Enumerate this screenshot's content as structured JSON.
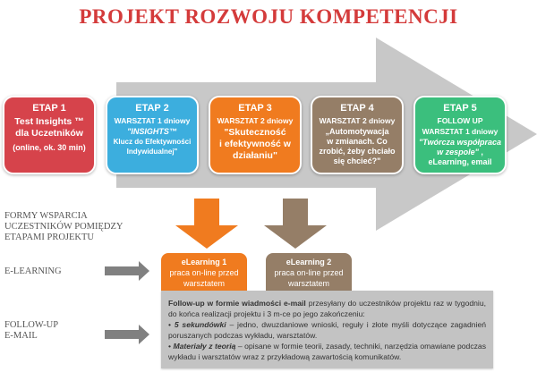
{
  "title": "PROJEKT ROZWOJU KOMPETENCJI",
  "colors": {
    "title": "#d43b3b",
    "etap1": "#d6434b",
    "etap2": "#3caede",
    "etap3": "#f07b1f",
    "etap4": "#957e67",
    "etap5": "#3bbf7d",
    "main_arrow": "#c8c8c8",
    "side_arrow": "#808080"
  },
  "stages": [
    {
      "heading": "ETAP 1",
      "sub": "",
      "body": [
        "Test Insights ™",
        "dla Uczetników",
        "(online, ok. 30 min)"
      ]
    },
    {
      "heading": "ETAP 2",
      "sub": "WARSZTAT  1 dniowy",
      "body_italic": "\"INSIGHTS™",
      "body": [
        "Klucz do Efektywności",
        "Indywidualnej\""
      ]
    },
    {
      "heading": "ETAP 3",
      "sub": "WARSZTAT  2 dniowy",
      "body": [
        "\"Skuteczność",
        "i efektywność w",
        "działaniu\""
      ]
    },
    {
      "heading": "ETAP 4",
      "sub": "WARSZTAT  2 dniowy",
      "body": [
        "„Automotywacja",
        "w zmianach.  Co",
        "zrobić, żeby chciało",
        "się chcieć?\""
      ]
    },
    {
      "heading": "ETAP 5",
      "sub": "FOLLOW UP",
      "sub2": "WARSZTAT 1 dniowy",
      "body_italic": "\"Twórcza współpraca w zespole\"",
      "body": [
        " ,",
        "eLearning, email"
      ]
    }
  ],
  "left_labels": {
    "forms": [
      "FORMY WSPARCIA",
      "UCZESTNIKÓW POMIĘDZY",
      "ETAPAMI PROJEKTU"
    ],
    "elearning": "E-LEARNING",
    "followup": [
      "FOLLOW-UP",
      "E-MAIL"
    ]
  },
  "elearning": [
    {
      "title": "eLearning 1",
      "text": "praca on-line przed warsztatem"
    },
    {
      "title": "eLearning 2",
      "text": "praca on-line przed warsztatem"
    }
  ],
  "followup_note": {
    "intro_bold": "Follow-up w formie wiadmości e-mail",
    "intro": " przesyłany do uczestników projektu raz w tygodniu, do końca realizacji projektu i 3 m-ce po jego zakończeniu:",
    "item1_bold": "5 sekundówki",
    "item1": " – jedno, dwuzdaniowe wnioski, reguły i złote myśli dotyczące zagadnień poruszanych podczas wykładu, warsztatów.",
    "item2_bold": "Materiały z teorią",
    "item2": " – opisane w formie teorii, zasady, techniki, narzędzia omawiane podczas wykładu i warsztatów wraz z przykładową zawartością komunikatów."
  }
}
